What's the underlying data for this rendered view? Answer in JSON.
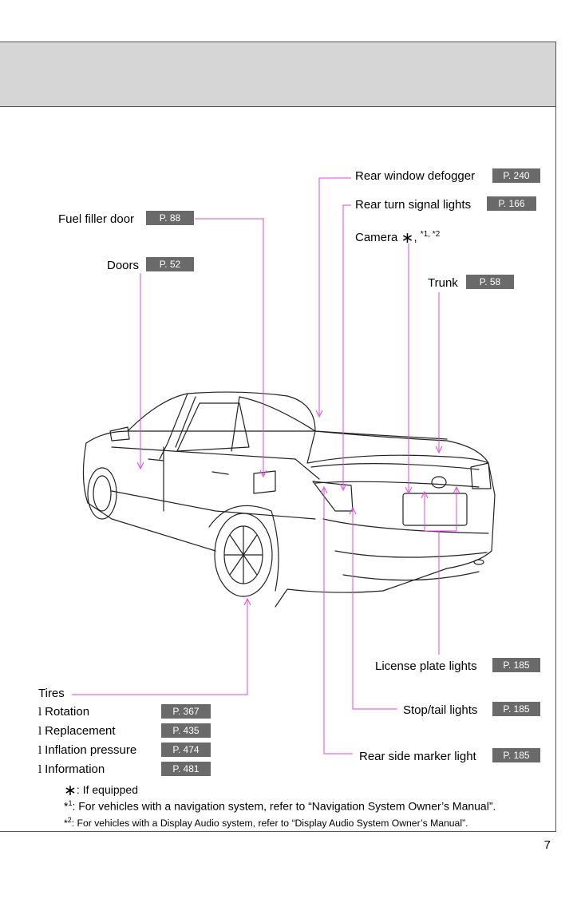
{
  "callouts": [
    {
      "id": "rear-window-defogger",
      "label": "Rear window defogger",
      "page": "P. 240"
    },
    {
      "id": "rear-turn-signal-lights",
      "label": "Rear turn signal lights",
      "page": "P. 166"
    },
    {
      "id": "fuel-filler-door",
      "label": "Fuel filler door",
      "page": "P. 88"
    },
    {
      "id": "camera",
      "label": "Camera",
      "marks": ", ",
      "sup": "*1, *2"
    },
    {
      "id": "doors",
      "label": "Doors",
      "page": "P. 52"
    },
    {
      "id": "trunk",
      "label": "Trunk",
      "page": "P. 58"
    },
    {
      "id": "license-plate-lights",
      "label": "License plate lights",
      "page": "P. 185"
    },
    {
      "id": "stop-tail-lights",
      "label": "Stop/tail lights",
      "page": "P. 185"
    },
    {
      "id": "rear-side-marker-light",
      "label": "Rear side marker light",
      "page": "P. 185"
    }
  ],
  "tires": {
    "title": "Tires",
    "bullet": "l",
    "items": [
      {
        "label": "Rotation",
        "page": "P. 367"
      },
      {
        "label": "Replacement",
        "page": "P. 435"
      },
      {
        "label": "Inflation pressure",
        "page": "P. 474"
      },
      {
        "label": "Information",
        "page": "P. 481"
      }
    ]
  },
  "footnotes": {
    "star_symbol": "∗",
    "equipped": ": If equipped",
    "n1_mark": "*",
    "n1_sup": "1",
    "n1_text": ": For vehicles with a navigation system, refer to “Navigation System Owner’s Manual”.",
    "n2_mark": "*",
    "n2_sup": "2",
    "n2_text": ": For vehicles with a Display Audio system, refer to “Display Audio System Owner’s Manual”."
  },
  "page_number": "7",
  "colors": {
    "leader": "#e048d8",
    "ref_bg": "#6a6a6a",
    "header_band": "#d6d6d6"
  }
}
